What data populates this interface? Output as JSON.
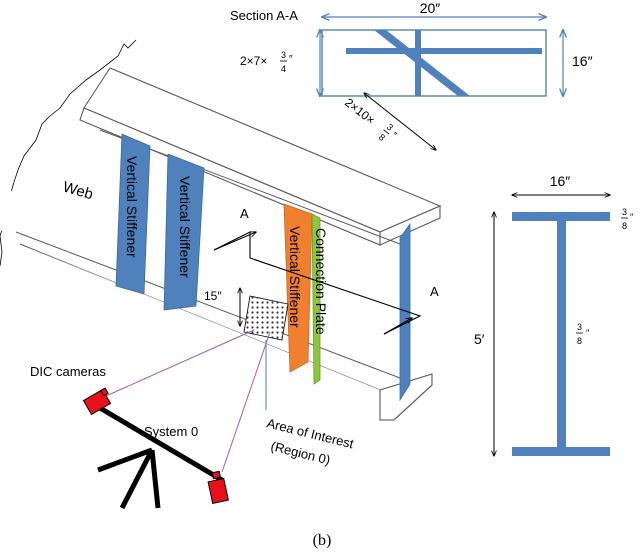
{
  "section_label": "Section A-A",
  "section_width": "20″",
  "section_height": "16″",
  "stiffener_dim_1_main": "2×7×",
  "stiffener_dim_1_num": "3",
  "stiffener_dim_1_den": "4",
  "stiffener_dim_1_unit": "″",
  "stiffener_dim_2_main": "2×10×",
  "stiffener_dim_2_num": "3",
  "stiffener_dim_2_den": "8",
  "stiffener_dim_2_unit": "″",
  "web_label": "Web",
  "stiffener_label_1": "Vertical Stiffener",
  "stiffener_label_2": "Vertical Stiffener",
  "stiffener_label_3": "Vertical Stiffener",
  "connection_plate_label": "Connection Plate",
  "cut_label_left": "A",
  "cut_label_right": "A",
  "offset_dim": "15″",
  "cameras_label": "DIC cameras",
  "system_label": "System 0",
  "aoi_label_line1": "Area of Interest",
  "aoi_label_line2": "(Region 0)",
  "flange_width": "16″",
  "flange_thk_num": "3",
  "flange_thk_den": "8",
  "flange_thk_unit": "″",
  "web_thk_num": "3",
  "web_thk_den": "8",
  "web_thk_unit": "″",
  "girder_depth": "5′",
  "caption": "(b)",
  "colors": {
    "steel_blue": "#4f81bd",
    "orange": "#f08030",
    "green": "#8cc63f",
    "camera_red": "#e8101a",
    "sight_line": "#9b5fb5"
  }
}
